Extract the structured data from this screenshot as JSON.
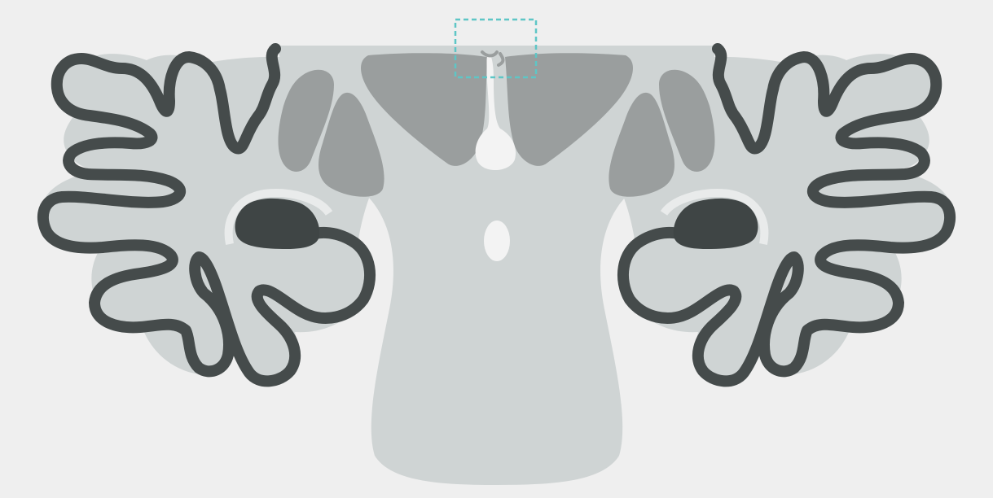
{
  "diagram": {
    "kind": "coronal section schematic",
    "colors": {
      "background": "#efefef",
      "tissue_light": "#cfd4d4",
      "tissue_mid": "#9a9e9e",
      "tissue_dark": "#3f4545",
      "cavity": "#f3f3f3",
      "highlight_box": "#5ec6c6"
    },
    "regions": [
      {
        "id": "white-matter-core",
        "shade": "tissue_light"
      },
      {
        "id": "left-hemisphere-folds",
        "shade": "tissue_light"
      },
      {
        "id": "right-hemisphere-folds",
        "shade": "tissue_light"
      },
      {
        "id": "upper-central-wedge",
        "shade": "tissue_mid"
      },
      {
        "id": "left-lateral-nuclei",
        "shade": "tissue_mid"
      },
      {
        "id": "right-lateral-nuclei",
        "shade": "tissue_mid"
      },
      {
        "id": "left-dark-nucleus",
        "shade": "tissue_dark"
      },
      {
        "id": "right-dark-nucleus",
        "shade": "tissue_dark"
      },
      {
        "id": "midline-canal",
        "shade": "cavity"
      },
      {
        "id": "central-oval-cavity",
        "shade": "cavity"
      }
    ],
    "highlight": {
      "id": "zoom-region",
      "style": "dashed"
    }
  }
}
